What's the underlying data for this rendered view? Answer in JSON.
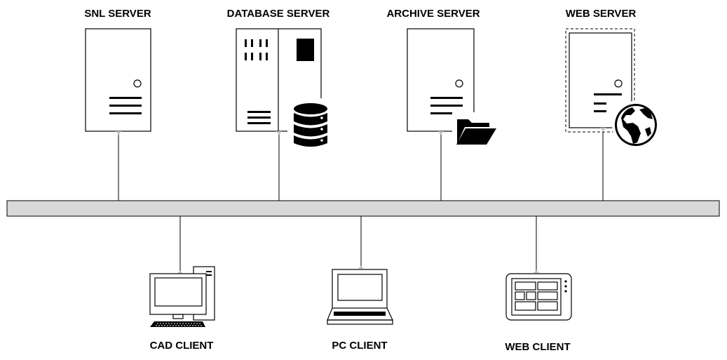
{
  "servers": [
    {
      "label": "SNL SERVER",
      "icon": "server-tower-icon"
    },
    {
      "label": "DATABASE SERVER",
      "icon": "database-icon"
    },
    {
      "label": "ARCHIVE SERVER",
      "icon": "folder-icon"
    },
    {
      "label": "WEB SERVER",
      "icon": "globe-icon"
    }
  ],
  "clients": [
    {
      "label": "CAD CLIENT",
      "icon": "desktop-computer-icon"
    },
    {
      "label": "PC CLIENT",
      "icon": "laptop-icon"
    },
    {
      "label": "WEB CLIENT",
      "icon": "tablet-icon"
    }
  ],
  "colors": {
    "bus_fill": "#d9d9d9",
    "line": "#000000",
    "connector": "#bfbfbf"
  }
}
